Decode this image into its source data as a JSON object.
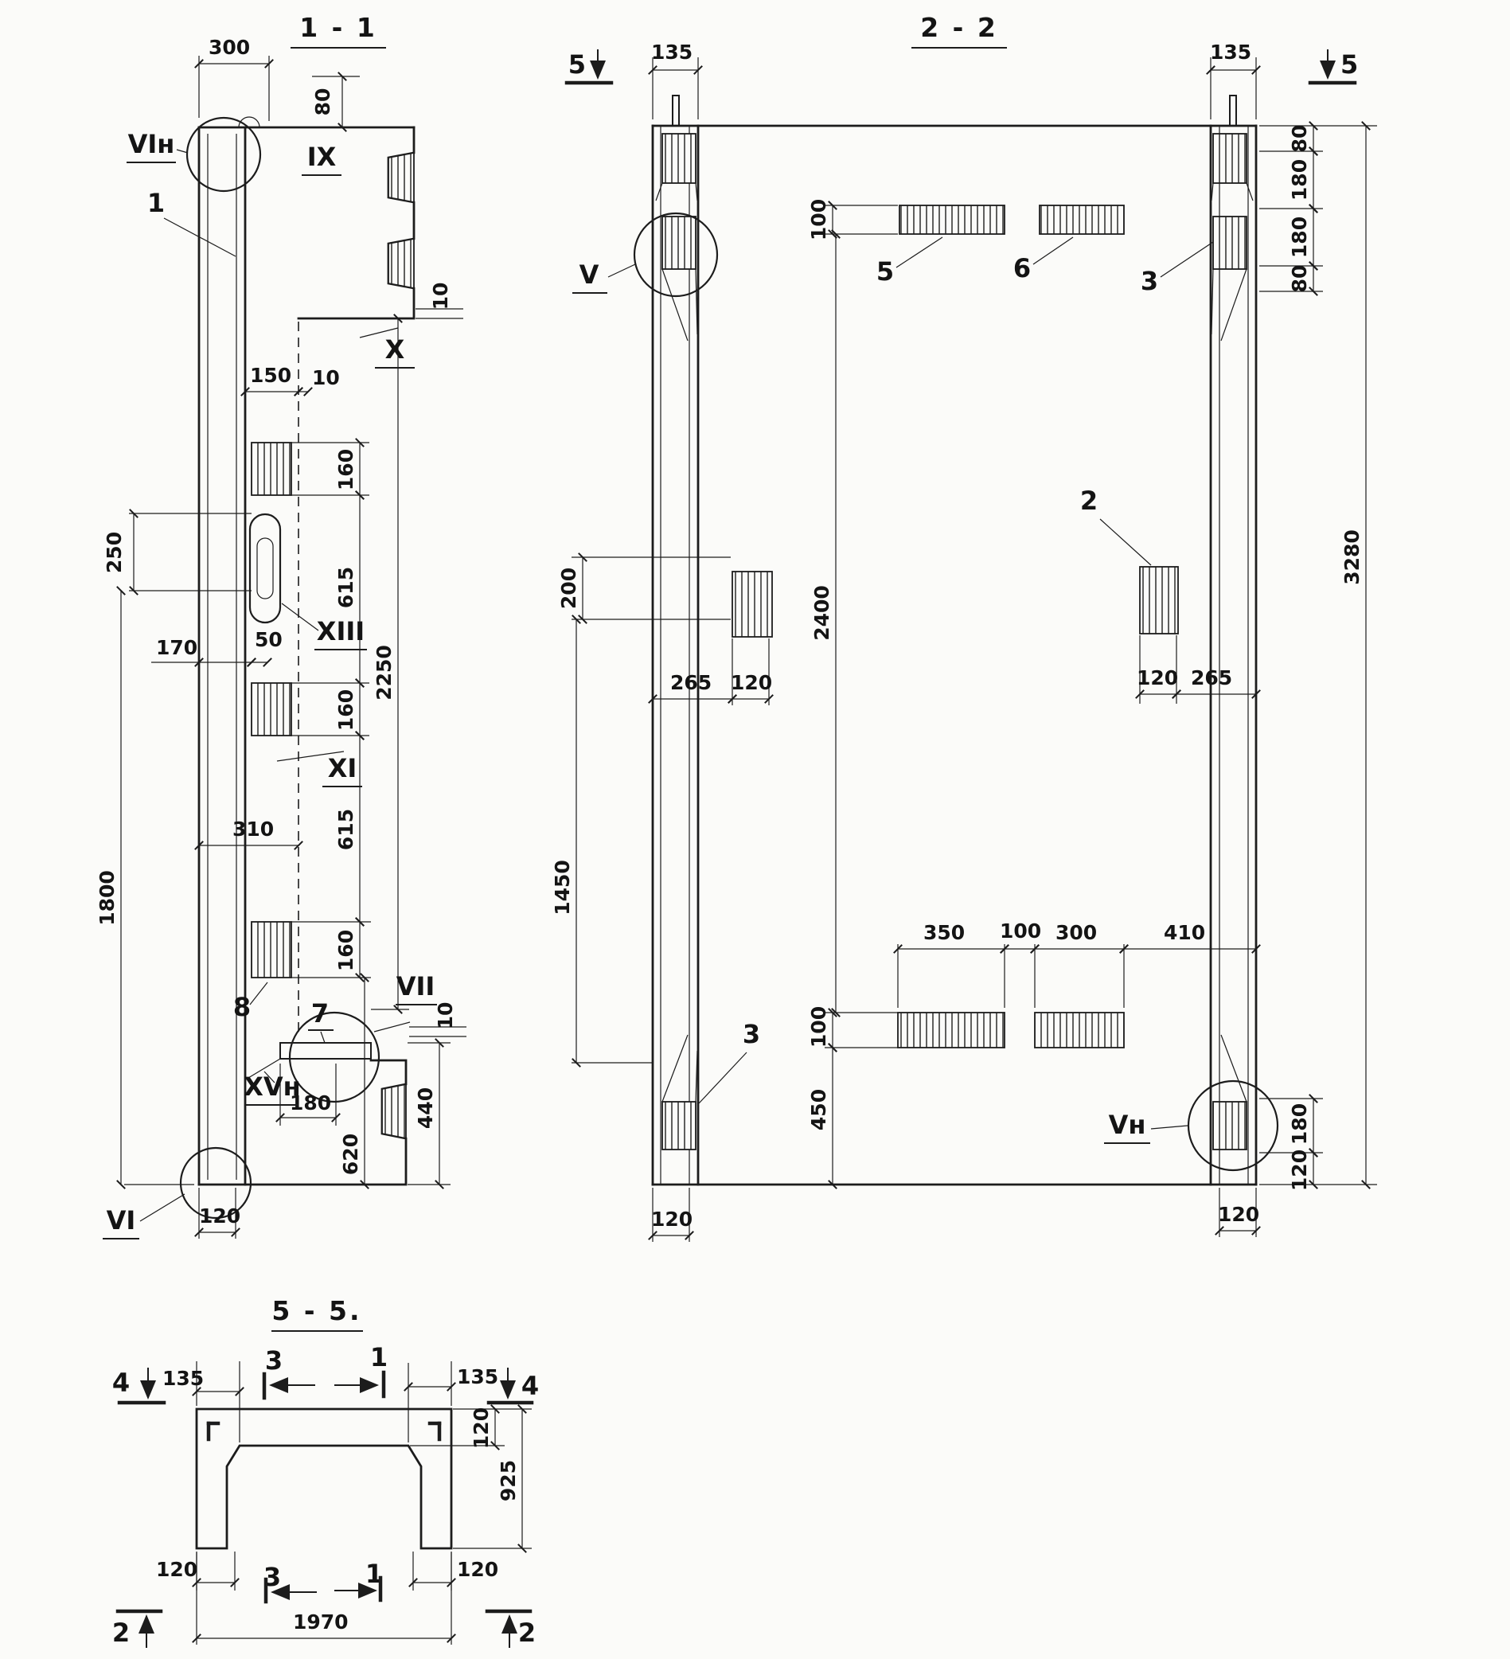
{
  "meta": {
    "ink": "#1c1c1c",
    "paper": "#fbfbf9"
  },
  "s11": {
    "title": "1 - 1",
    "d300": "300",
    "d80": "80",
    "d10": "10",
    "d150": "150",
    "d160": "160",
    "d615": "615",
    "d2250": "2250",
    "d250": "250",
    "d170": "170",
    "d50": "50",
    "d310": "310",
    "d1800": "1800",
    "d180": "180",
    "d440": "440",
    "d620": "620",
    "d120": "120",
    "vin": "VIн",
    "ix": "IX",
    "x": "X",
    "xiii": "XIII",
    "xi": "XI",
    "vii": "VII",
    "xvn": "XVн",
    "vi": "VI",
    "n1": "1",
    "n7": "7",
    "n8": "8"
  },
  "s22": {
    "title": "2 - 2",
    "cut5": "5",
    "d135": "135",
    "d80": "80",
    "d180": "180",
    "d100": "100",
    "d3280": "3280",
    "d2400": "2400",
    "d200": "200",
    "d265": "265",
    "d120": "120",
    "d1450": "1450",
    "d350": "350",
    "d300": "300",
    "d410": "410",
    "d450": "450",
    "v": "V",
    "vn": "Vн",
    "n2": "2",
    "n3": "3",
    "n5": "5",
    "n6": "6"
  },
  "s55": {
    "title": "5 - 5.",
    "cut1": "1",
    "cut2": "2",
    "cut3": "3",
    "cut4": "4",
    "d135": "135",
    "d120": "120",
    "d925": "925",
    "d1970": "1970"
  }
}
